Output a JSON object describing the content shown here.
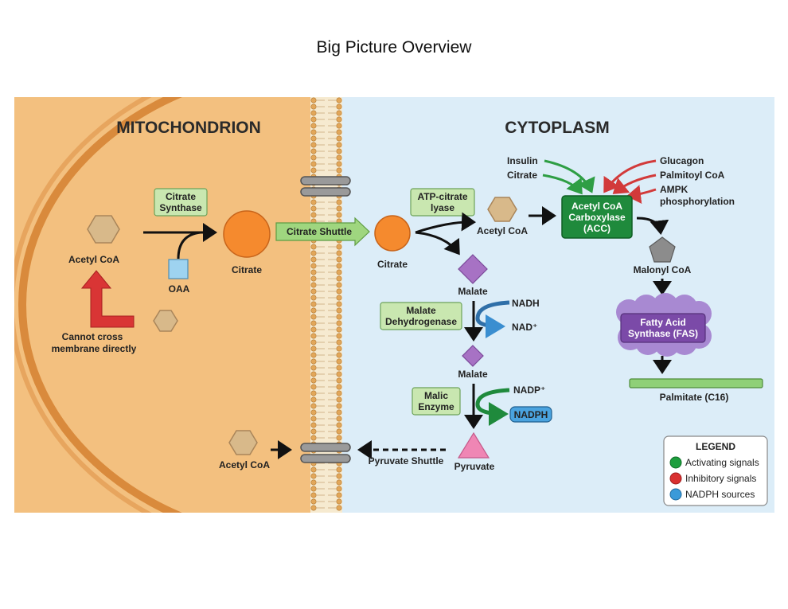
{
  "title": "Big Picture Overview",
  "regions": {
    "mitochondrion": "MITOCHONDRION",
    "cytoplasm": "CYTOPLASM"
  },
  "mito": {
    "acetyl_coa": "Acetyl CoA",
    "oaa": "OAA",
    "citrate_synthase_1": "Citrate",
    "citrate_synthase_2": "Synthase",
    "citrate": "Citrate",
    "cannot_cross_1": "Cannot cross",
    "cannot_cross_2": "membrane directly",
    "acetyl_coa_return": "Acetyl CoA"
  },
  "shuttles": {
    "citrate_shuttle": "Citrate Shuttle",
    "pyruvate_shuttle": "Pyruvate Shuttle"
  },
  "cyto": {
    "citrate": "Citrate",
    "atp_citrate_lyase_1": "ATP-citrate",
    "atp_citrate_lyase_2": "lyase",
    "acetyl_coa": "Acetyl CoA",
    "malate_1": "Malate",
    "malate_dehydrogenase_1": "Malate",
    "malate_dehydrogenase_2": "Dehydrogenase",
    "nadh": "NADH",
    "nad_plus": "NAD⁺",
    "malate_2": "Malate",
    "malic_enzyme_1": "Malic",
    "malic_enzyme_2": "Enzyme",
    "nadp_plus": "NADP⁺",
    "nadph": "NADPH",
    "pyruvate": "Pyruvate"
  },
  "regulation": {
    "insulin": "Insulin",
    "citrate": "Citrate",
    "glucagon": "Glucagon",
    "palmitoyl_coa": "Palmitoyl CoA",
    "ampk_1": "AMPK",
    "ampk_2": "phosphorylation"
  },
  "acc": {
    "line1": "Acetyl CoA",
    "line2": "Carboxylase",
    "line3": "(ACC)"
  },
  "fas": {
    "malonyl_coa": "Malonyl CoA",
    "line1": "Fatty Acid",
    "line2": "Synthase (FAS)",
    "palmitate": "Palmitate (C16)"
  },
  "legend": {
    "title": "LEGEND",
    "items": [
      {
        "label": "Activating signals",
        "color": "#1e9e3e"
      },
      {
        "label": "Inhibitory signals",
        "color": "#d93030"
      },
      {
        "label": "NADPH sources",
        "color": "#3a9ad9"
      }
    ]
  },
  "colors": {
    "mito_fill": "#f3c07f",
    "mito_edge": "#d98a3c",
    "cyto_fill": "#dcedf8",
    "enzyme_box": "#c9e7b0",
    "acc_box": "#1f8a3c",
    "fas_box": "#7b4aa8",
    "citrate": "#f58a2e",
    "malate": "#a772c4",
    "pyruvate": "#ef86b4",
    "malonyl": "#8c8c8c",
    "acetyl_hex": "#d8b98a",
    "oaa": "#9ed3f0",
    "inhibit_arrow": "#d93030",
    "activate_arrow": "#1e9e3e",
    "nadph_box": "#4aa3df"
  }
}
